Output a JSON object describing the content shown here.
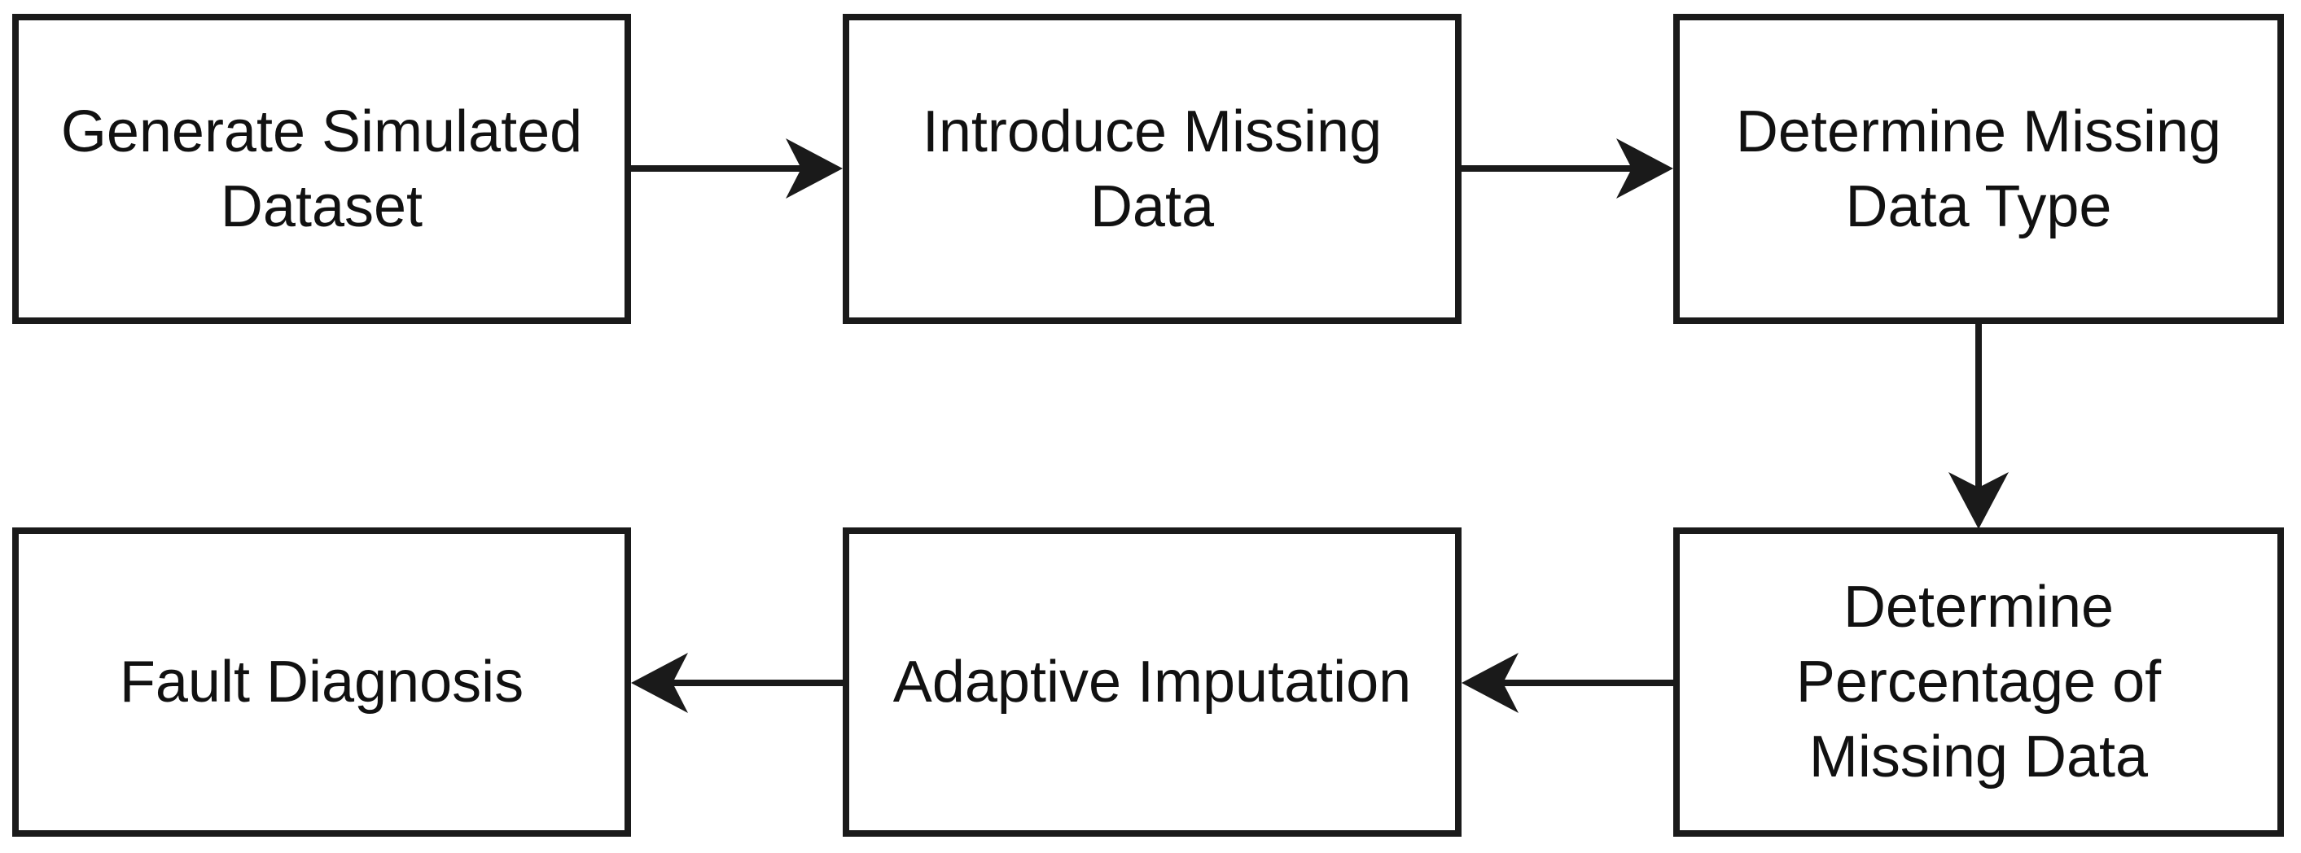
{
  "page": {
    "background": "#ffffff"
  },
  "diagram": {
    "type": "flowchart",
    "stroke_color": "#1a1a1a",
    "node_fill": "#ffffff",
    "text_color": "#111111",
    "nodes": [
      {
        "id": "generate-simulated-dataset",
        "label": "Generate Simulated Dataset",
        "lines": [
          "Generate Simulated",
          "Dataset"
        ]
      },
      {
        "id": "introduce-missing-data",
        "label": "Introduce Missing Data",
        "lines": [
          "Introduce Missing",
          "Data"
        ]
      },
      {
        "id": "determine-missing-data-type",
        "label": "Determine Missing Data Type",
        "lines": [
          "Determine Missing",
          "Data Type"
        ]
      },
      {
        "id": "fault-diagnosis",
        "label": "Fault Diagnosis",
        "lines": [
          "Fault Diagnosis"
        ]
      },
      {
        "id": "adaptive-imputation",
        "label": "Adaptive Imputation",
        "lines": [
          "Adaptive Imputation"
        ]
      },
      {
        "id": "determine-percentage-of-missing-data",
        "label": "Determine Percentage of Missing Data",
        "lines": [
          "Determine",
          "Percentage of",
          "Missing Data"
        ]
      }
    ],
    "edges": [
      {
        "from": "Generate Simulated Dataset",
        "to": "Introduce Missing Data",
        "direction": "right"
      },
      {
        "from": "Introduce Missing Data",
        "to": "Determine Missing Data Type",
        "direction": "right"
      },
      {
        "from": "Determine Missing Data Type",
        "to": "Determine Percentage of Missing Data",
        "direction": "down"
      },
      {
        "from": "Determine Percentage of Missing Data",
        "to": "Adaptive Imputation",
        "direction": "left"
      },
      {
        "from": "Adaptive Imputation",
        "to": "Fault Diagnosis",
        "direction": "left"
      }
    ]
  }
}
